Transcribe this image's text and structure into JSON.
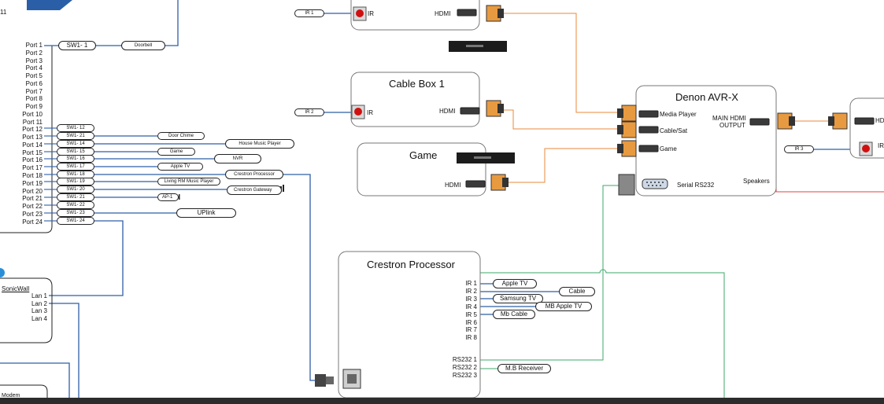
{
  "switch": {
    "top_label": "11",
    "ports": [
      "Port 1",
      "Port 2",
      "Port 3",
      "Port 4",
      "Port 5",
      "Port 6",
      "Port 7",
      "Port 8",
      "Port 9",
      "Port 10",
      "Port 11",
      "Port 12",
      "Port 13",
      "Port 14",
      "Port 15",
      "Port 16",
      "Port 17",
      "Port 18",
      "Port 19",
      "Port 20",
      "Port 21",
      "Port 22",
      "Port 23",
      "Port 24"
    ],
    "sw_port1": "SW1- 1",
    "sw_tags": [
      "SW1- 12",
      "SW1- 21",
      "SW1- 14",
      "SW1- 15",
      "SW1- 16",
      "SW1- 17",
      "SW1- 18",
      "SW1- 19",
      "SW1- 20",
      "SW1- 21",
      "SW1- 22",
      "SW1- 23",
      "SW1- 24"
    ]
  },
  "devices": {
    "doorbell": "Doorbell",
    "door_chime": "Door Chime",
    "house_music": "House Music Player",
    "game": "Game",
    "nvr": "NVR",
    "apple_tv": "Apple TV",
    "crestron_processor_pill": "Crestron Processor",
    "living_rm": "Living RM Music Player",
    "crestron_gateway": "Crestron Gateway",
    "ap1": "AP-1",
    "uplink": "UPlink"
  },
  "sonicwall": {
    "title": "SonicWall",
    "lans": [
      "Lan 1",
      "Lan 2",
      "Lan 3",
      "Lan 4"
    ]
  },
  "modem": {
    "label": "Modem"
  },
  "box_top": {
    "ir_pill": "IR 1",
    "ir_label": "IR",
    "hdmi_label": "HDMI"
  },
  "cable_box": {
    "title": "Cable Box 1",
    "ir_pill": "IR 2",
    "ir_label": "IR",
    "hdmi_label": "HDMI"
  },
  "game_box": {
    "title": "Game",
    "hdmi_label": "HDMI"
  },
  "denon": {
    "title": "Denon AVR-X",
    "inputs": [
      "Media Player",
      "Cable/Sat",
      "Game"
    ],
    "output_label_1": "MAIN HDMI",
    "output_label_2": "OUTPUT",
    "serial": "Serial RS232",
    "speakers": "Speakers"
  },
  "right_box": {
    "ir_pill": "IR 3",
    "ir_label": "IR",
    "hdmi_label": "HDI"
  },
  "crestron": {
    "title": "Crestron Processor",
    "ir_ports": [
      "IR 1",
      "IR 2",
      "IR 3",
      "IR 4",
      "IR 5",
      "IR 6",
      "IR 7",
      "IR 8"
    ],
    "rs_ports": [
      "RS232 1",
      "RS232 2",
      "RS232 3"
    ],
    "ir_targets": [
      "Apple TV",
      "Cable",
      "Samsung TV",
      "MB Apple TV",
      "Mb Cable"
    ],
    "rs_target": "M.B Receiver"
  },
  "colors": {
    "network": "#2f5fa8",
    "hdmi": "#e8893a",
    "serial": "#3daa6a",
    "speaker": "#e04040",
    "router_blue": "#2a5fa8"
  }
}
